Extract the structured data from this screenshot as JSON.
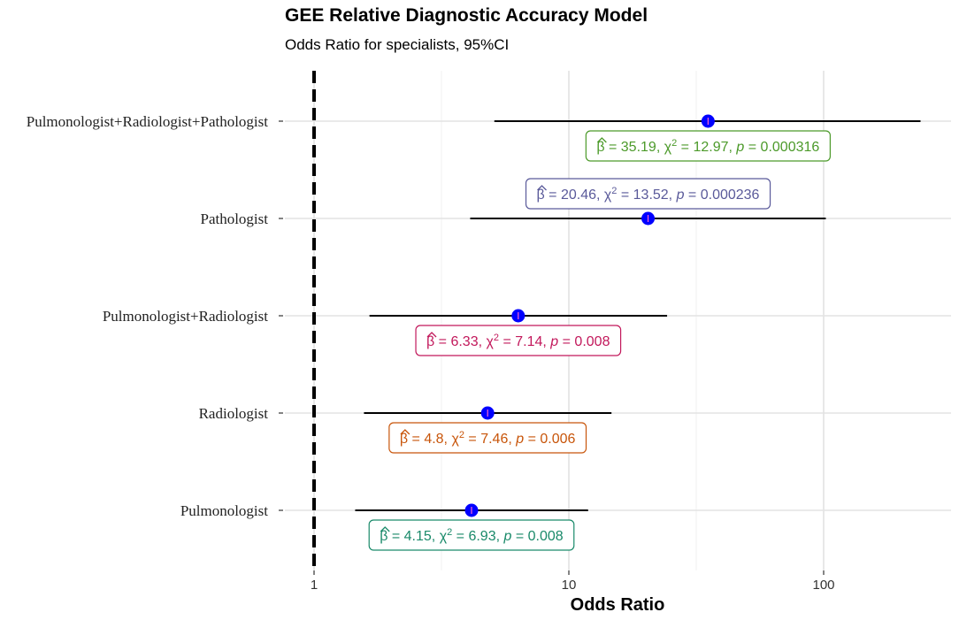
{
  "chart_data": {
    "type": "forest",
    "title": "GEE Relative Diagnostic Accuracy Model",
    "subtitle": "Odds Ratio for specialists, 95%CI",
    "xlabel": "Odds Ratio",
    "x_scale": "log10",
    "xlim": [
      0.9,
      330
    ],
    "xticks": [
      "1",
      "10",
      "100"
    ],
    "xtick_values": [
      1,
      10,
      100
    ],
    "reference_line": 1,
    "grid": true,
    "point_color": "#0000ff",
    "rows": [
      {
        "label": "Pulmonologist+Radiologist+Pathologist",
        "or": 35.19,
        "lower": 5.1,
        "upper": 240,
        "beta": "35.19",
        "chi2": "12.97",
        "p": "0.000316",
        "annotation_color": "#4c9a2a",
        "annotation_position": "below"
      },
      {
        "label": "Pathologist",
        "or": 20.46,
        "lower": 4.1,
        "upper": 102,
        "beta": "20.46",
        "chi2": "13.52",
        "p": "0.000236",
        "annotation_color": "#5a5a9a",
        "annotation_position": "above"
      },
      {
        "label": "Pulmonologist+Radiologist",
        "or": 6.33,
        "lower": 1.65,
        "upper": 24.3,
        "beta": "6.33",
        "chi2": "7.14",
        "p": "0.008",
        "annotation_color": "#c2185b",
        "annotation_position": "below"
      },
      {
        "label": "Radiologist",
        "or": 4.8,
        "lower": 1.57,
        "upper": 14.7,
        "beta": "4.8",
        "chi2": "7.46",
        "p": "0.006",
        "annotation_color": "#c8550a",
        "annotation_position": "below"
      },
      {
        "label": "Pulmonologist",
        "or": 4.15,
        "lower": 1.45,
        "upper": 11.9,
        "beta": "4.15",
        "chi2": "6.93",
        "p": "0.008",
        "annotation_color": "#1a8a6a",
        "annotation_position": "below"
      }
    ]
  }
}
